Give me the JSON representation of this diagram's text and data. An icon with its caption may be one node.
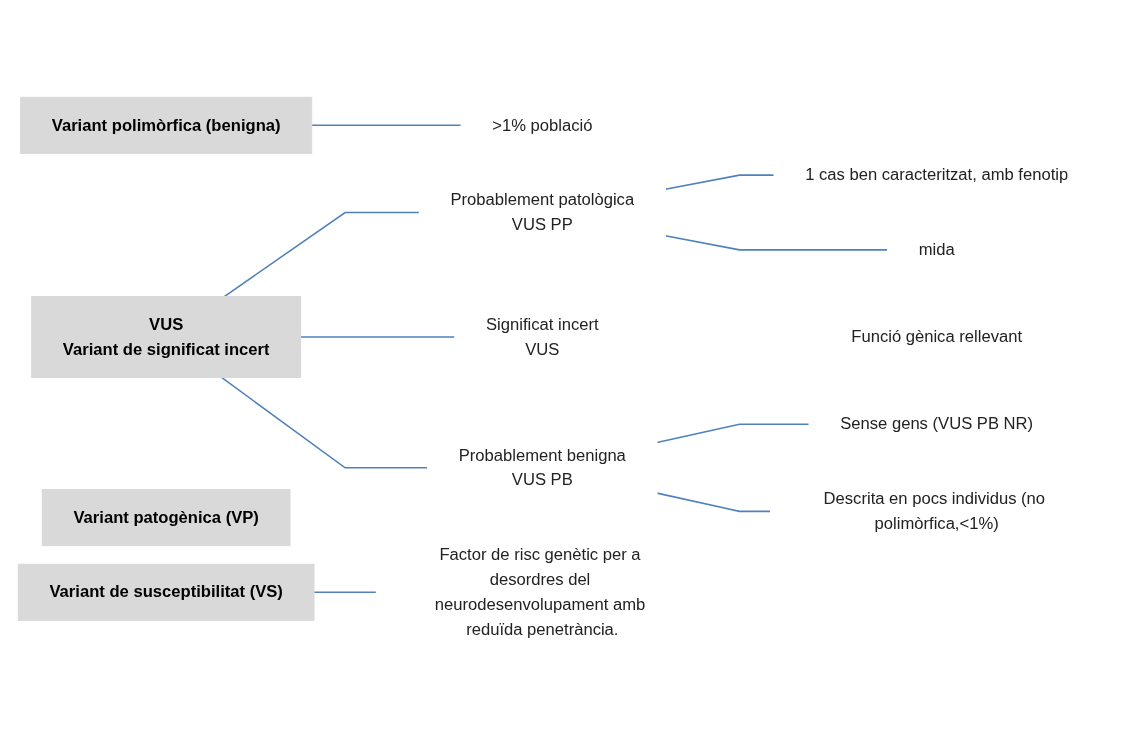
{
  "diagram": {
    "nodes": [
      {
        "text": [
          "Variant polimòrfica (benigna)"
        ]
      },
      {
        "text": [
          ">1% població"
        ]
      },
      {
        "text": [
          "VUS",
          "Variant de significat incert"
        ]
      },
      {
        "text": [
          "Probablement patològica",
          "VUS PP"
        ]
      },
      {
        "text": [
          "1 cas ben caracteritzat, amb fenotip"
        ]
      },
      {
        "text": [
          "mida"
        ]
      },
      {
        "text": [
          "Significat incert",
          "VUS"
        ]
      },
      {
        "text": [
          "Funció gènica rellevant"
        ]
      },
      {
        "text": [
          "Probablement benigna",
          "VUS PB"
        ]
      },
      {
        "text": [
          "Sense gens (VUS PB NR)"
        ]
      },
      {
        "text": [
          "Descrita en pocs individus (no polimòrfica,<1%)"
        ]
      },
      {
        "text": [
          "Variant patogènica (VP)"
        ]
      },
      {
        "text": [
          "Variant de susceptibilitat (VS)"
        ]
      },
      {
        "text": [
          "Factor de risc genètic per a desordres del neurodesenvolupament amb reduïda penetrància."
        ]
      }
    ],
    "edges": [
      {
        "from": 0,
        "to": 1,
        "arrow": "none"
      },
      {
        "from": 2,
        "to": 3,
        "arrow": "none"
      },
      {
        "from": 2,
        "to": 6,
        "arrow": "none"
      },
      {
        "from": 2,
        "to": 8,
        "arrow": "none"
      },
      {
        "from": 3,
        "to": 4,
        "arrow": "none"
      },
      {
        "from": 3,
        "to": 5,
        "arrow": "none"
      },
      {
        "from": 8,
        "to": 9,
        "arrow": "none"
      },
      {
        "from": 8,
        "to": 10,
        "arrow": "none"
      },
      {
        "from": 12,
        "to": 13,
        "arrow": "none"
      }
    ]
  }
}
